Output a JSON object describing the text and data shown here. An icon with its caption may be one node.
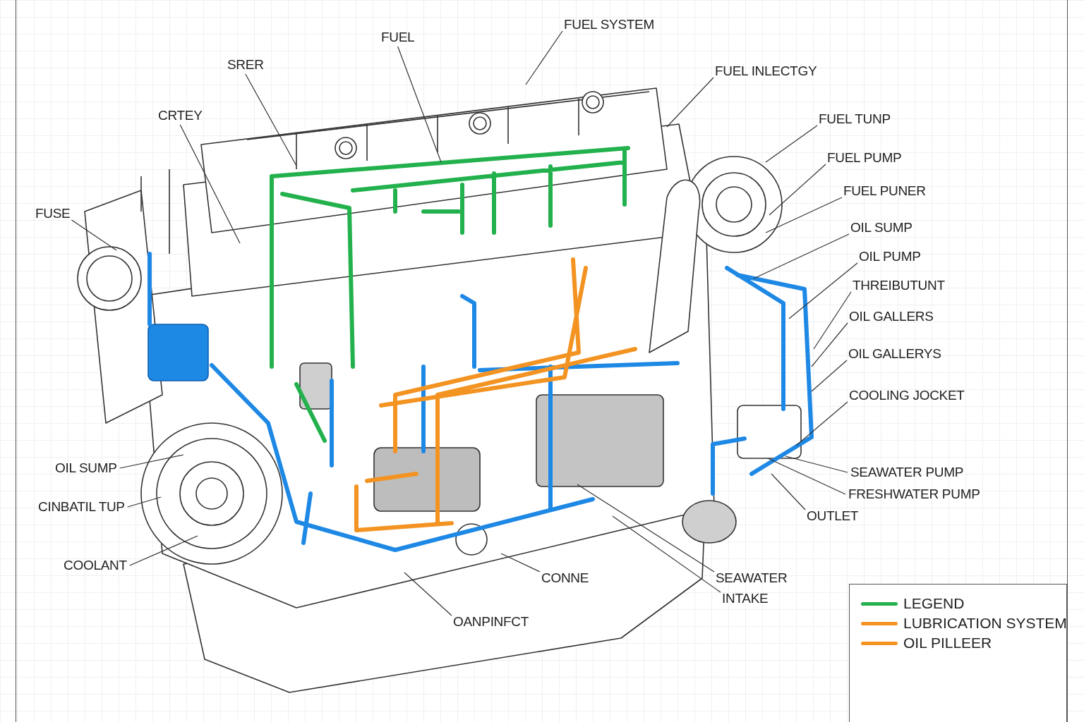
{
  "diagram": {
    "nodes": [
      {
        "text": [
          "FUEL SYSTEM"
        ]
      },
      {
        "text": [
          "FUEL"
        ]
      },
      {
        "text": [
          "FUEL INLECTGY"
        ]
      },
      {
        "text": [
          "SRER"
        ]
      },
      {
        "text": [
          "CRTEY"
        ]
      },
      {
        "text": [
          "FUEL TUNP"
        ]
      },
      {
        "text": [
          "FUEL PUMP"
        ]
      },
      {
        "text": [
          "FUEL PUNER"
        ]
      },
      {
        "text": [
          "FUSE"
        ]
      },
      {
        "text": [
          "OIL SUMP"
        ]
      },
      {
        "text": [
          "OIL PUMP"
        ]
      },
      {
        "text": [
          "THREIBUTUNT"
        ]
      },
      {
        "text": [
          "OIL GALLERS"
        ]
      },
      {
        "text": [
          "OIL GALLERYS"
        ]
      },
      {
        "text": [
          "COOLING JOCKET"
        ]
      },
      {
        "text": [
          "OIL SUMP"
        ]
      },
      {
        "text": [
          "CINBATIL TUP"
        ]
      },
      {
        "text": [
          "SEAWATER PUMP"
        ]
      },
      {
        "text": [
          "FRESHWATER PUMP"
        ]
      },
      {
        "text": [
          "OUTLET"
        ]
      },
      {
        "text": [
          "COOLANT"
        ]
      },
      {
        "text": [
          "CONNE"
        ]
      },
      {
        "text": [
          "SEAWATER"
        ]
      },
      {
        "text": [
          "INTAKE"
        ]
      },
      {
        "text": [
          "OANPINFCT"
        ]
      }
    ],
    "edges": [
      {
        "from": 0,
        "to": null,
        "arrow": "none"
      },
      {
        "from": 1,
        "to": null,
        "arrow": "none"
      },
      {
        "from": 2,
        "to": null,
        "arrow": "none"
      },
      {
        "from": 3,
        "to": null,
        "arrow": "none"
      },
      {
        "from": 4,
        "to": null,
        "arrow": "none"
      },
      {
        "from": 5,
        "to": null,
        "arrow": "none"
      },
      {
        "from": 6,
        "to": null,
        "arrow": "none"
      },
      {
        "from": 7,
        "to": null,
        "arrow": "none"
      },
      {
        "from": 8,
        "to": null,
        "arrow": "none"
      },
      {
        "from": 9,
        "to": null,
        "arrow": "none"
      },
      {
        "from": 10,
        "to": null,
        "arrow": "none"
      },
      {
        "from": 11,
        "to": null,
        "arrow": "none"
      },
      {
        "from": 12,
        "to": null,
        "arrow": "none"
      },
      {
        "from": 13,
        "to": null,
        "arrow": "none"
      },
      {
        "from": 14,
        "to": null,
        "arrow": "none"
      },
      {
        "from": 15,
        "to": null,
        "arrow": "none"
      },
      {
        "from": 16,
        "to": null,
        "arrow": "none"
      },
      {
        "from": 17,
        "to": null,
        "arrow": "none"
      },
      {
        "from": 18,
        "to": null,
        "arrow": "none"
      },
      {
        "from": 19,
        "to": null,
        "arrow": "none"
      },
      {
        "from": 20,
        "to": null,
        "arrow": "none"
      },
      {
        "from": 21,
        "to": null,
        "arrow": "none"
      },
      {
        "from": 22,
        "to": null,
        "arrow": "none"
      },
      {
        "from": 23,
        "to": null,
        "arrow": "none"
      },
      {
        "from": 24,
        "to": null,
        "arrow": "none"
      }
    ],
    "legend": [
      {
        "text": "LEGEND",
        "color": "#22b14c"
      },
      {
        "text": "LUBRICATION SYSTEM",
        "color": "#f39322"
      },
      {
        "text": "OIL PILLEER",
        "color": "#f39322"
      }
    ]
  }
}
